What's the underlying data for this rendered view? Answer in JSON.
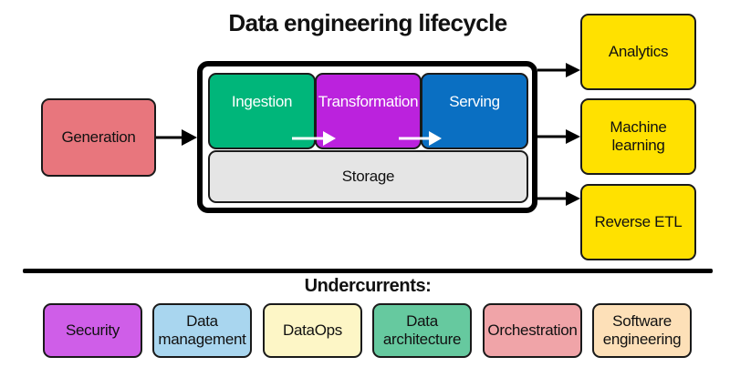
{
  "title": "Data engineering lifecycle",
  "generation": {
    "label": "Generation",
    "color": "#e8767d"
  },
  "lifecycle": {
    "stages": [
      {
        "label": "Ingestion",
        "color": "#00b67a"
      },
      {
        "label": "Transformation",
        "color": "#bb22dd"
      },
      {
        "label": "Serving",
        "color": "#0a6fc2"
      }
    ],
    "storage": {
      "label": "Storage",
      "color": "#e5e5e5"
    }
  },
  "outputs": [
    {
      "label": "Analytics",
      "color": "#ffe100"
    },
    {
      "label": "Machine\nlearning",
      "color": "#ffe100"
    },
    {
      "label": "Reverse ETL",
      "color": "#ffe100"
    }
  ],
  "undercurrents": {
    "title": "Undercurrents:",
    "items": [
      {
        "label": "Security",
        "color": "#cf5ee8"
      },
      {
        "label": "Data\nmanagement",
        "color": "#a9d6ef"
      },
      {
        "label": "DataOps",
        "color": "#fdf6c6"
      },
      {
        "label": "Data\narchitecture",
        "color": "#66c99f"
      },
      {
        "label": "Orchestration",
        "color": "#f0a4a8"
      },
      {
        "label": "Software\nengineering",
        "color": "#fde0b8"
      }
    ]
  }
}
